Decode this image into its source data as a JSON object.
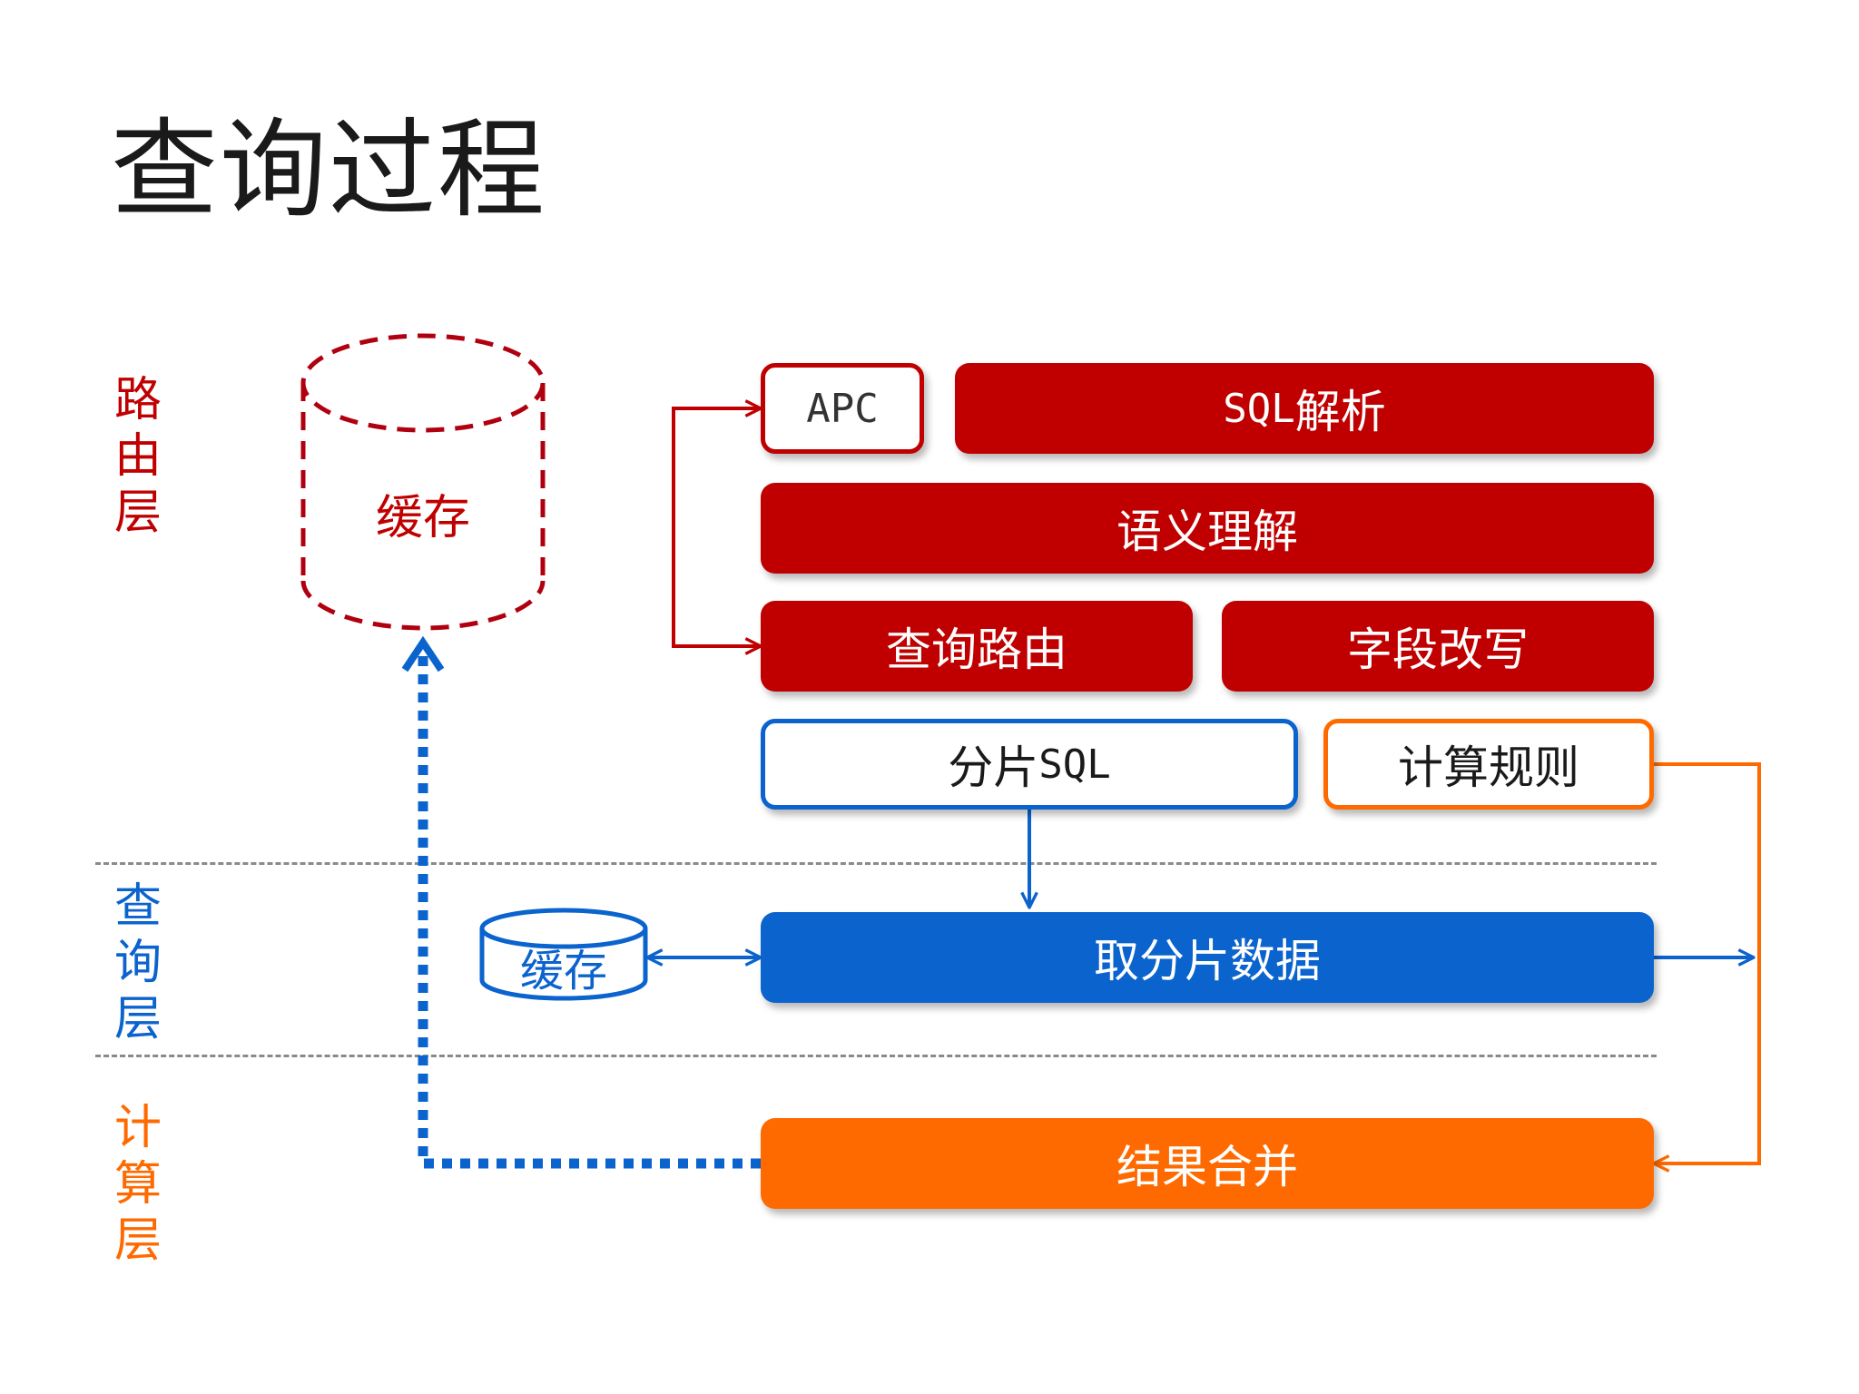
{
  "title": "查询过程",
  "layers": {
    "routing": {
      "chars": [
        "路",
        "由",
        "层"
      ],
      "color": "#c00000"
    },
    "query": {
      "chars": [
        "查",
        "询",
        "层"
      ],
      "color": "#0b63ce"
    },
    "compute": {
      "chars": [
        "计",
        "算",
        "层"
      ],
      "color": "#ff6a00"
    }
  },
  "colors": {
    "red": "#c00000",
    "blue": "#0b63ce",
    "orange": "#ff6a00",
    "divider": "#8a8a8a"
  },
  "nodes": {
    "cache_top": "缓存",
    "apc": "APC",
    "sql_parse": {
      "prefix": "SQL",
      "text": "解析"
    },
    "semantic": "语义理解",
    "query_route": "查询路由",
    "field_rewrite": "字段改写",
    "shard_sql": {
      "text": "分片",
      "suffix": "SQL"
    },
    "calc_rules": "计算规则",
    "cache_mid": "缓存",
    "fetch_shard": "取分片数据",
    "merge": "结果合并"
  }
}
